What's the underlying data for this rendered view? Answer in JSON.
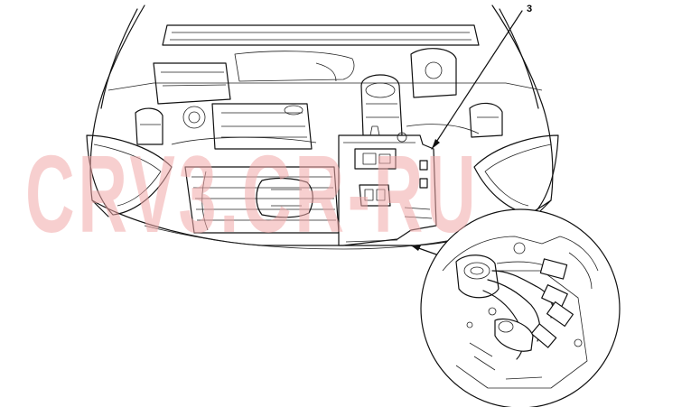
{
  "diagram": {
    "callout_number": "3",
    "watermark_text": "CRV3.CR-RU",
    "icons": [
      "engine-bay-drawing",
      "fuse-relay-box",
      "connector-detail-circle"
    ],
    "colors": {
      "line": "#111111",
      "watermark": "#f2a9a9",
      "background": "#ffffff"
    }
  }
}
